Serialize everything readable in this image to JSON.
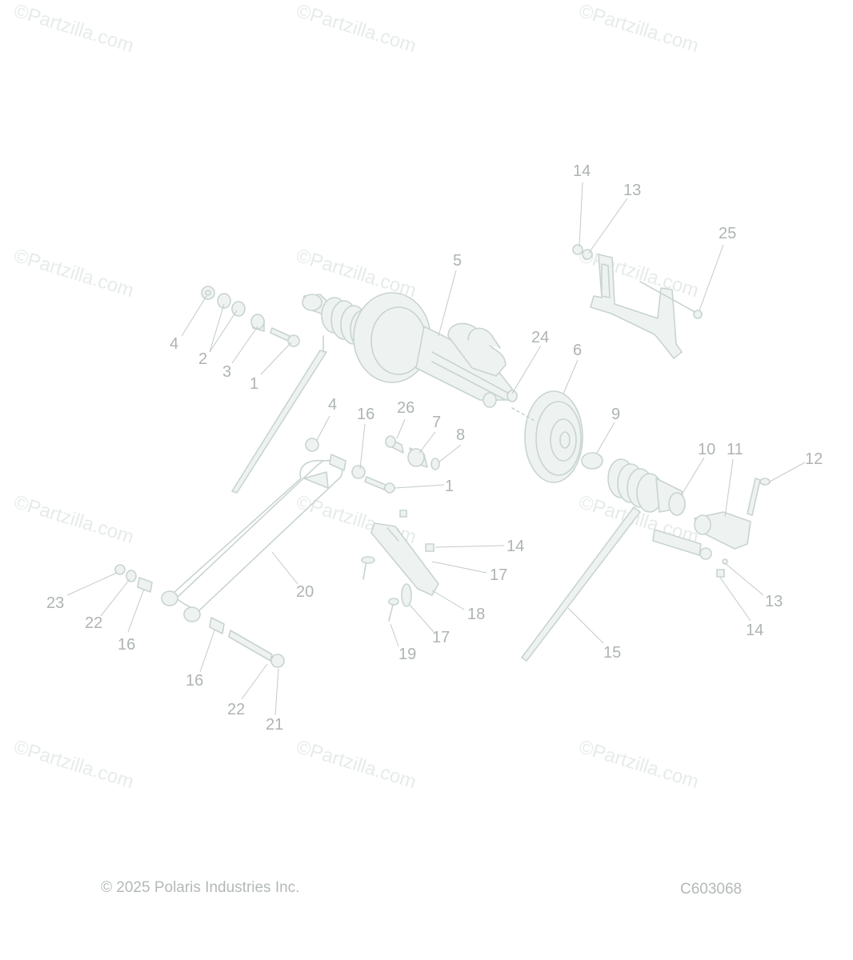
{
  "watermark": "©Partzilla.com",
  "copyright": "© 2025 Polaris Industries Inc.",
  "figure_code": "C603068",
  "callouts": {
    "c1a": "1",
    "c1b": "1",
    "c2": "2",
    "c3": "3",
    "c4a": "4",
    "c4b": "4",
    "c5": "5",
    "c6": "6",
    "c7": "7",
    "c8": "8",
    "c9": "9",
    "c10": "10",
    "c11": "11",
    "c12": "12",
    "c13a": "13",
    "c13b": "13",
    "c14a": "14",
    "c14b": "14",
    "c14c": "14",
    "c15": "15",
    "c16a": "16",
    "c16b": "16",
    "c16c": "16",
    "c17a": "17",
    "c17b": "17",
    "c18": "18",
    "c19": "19",
    "c20": "20",
    "c21": "21",
    "c22a": "22",
    "c22b": "22",
    "c23": "23",
    "c24": "24",
    "c25": "25",
    "c26": "26"
  }
}
